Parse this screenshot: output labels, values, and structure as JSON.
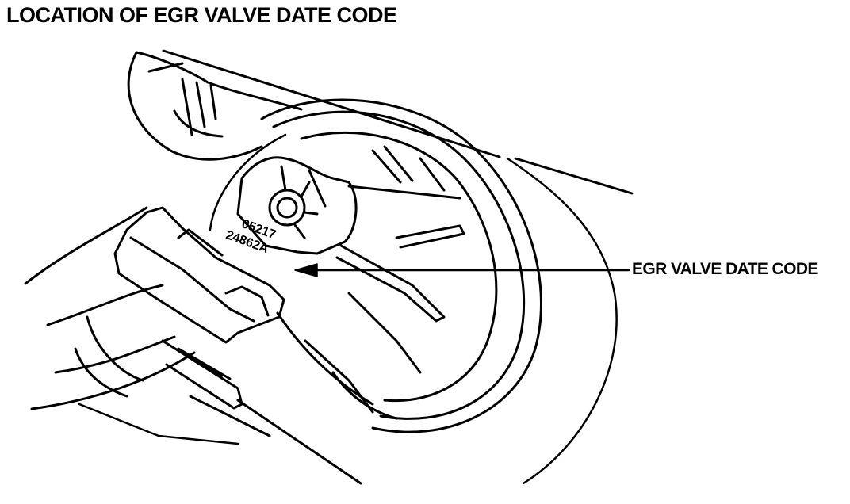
{
  "diagram": {
    "title": "LOCATION OF EGR  VALVE DATE CODE",
    "callout_label": "EGR VALVE DATE CODE",
    "part_number_line1": "05217",
    "part_number_line2": "24862A"
  },
  "colors": {
    "ink": "#000000",
    "paper": "#ffffff"
  }
}
